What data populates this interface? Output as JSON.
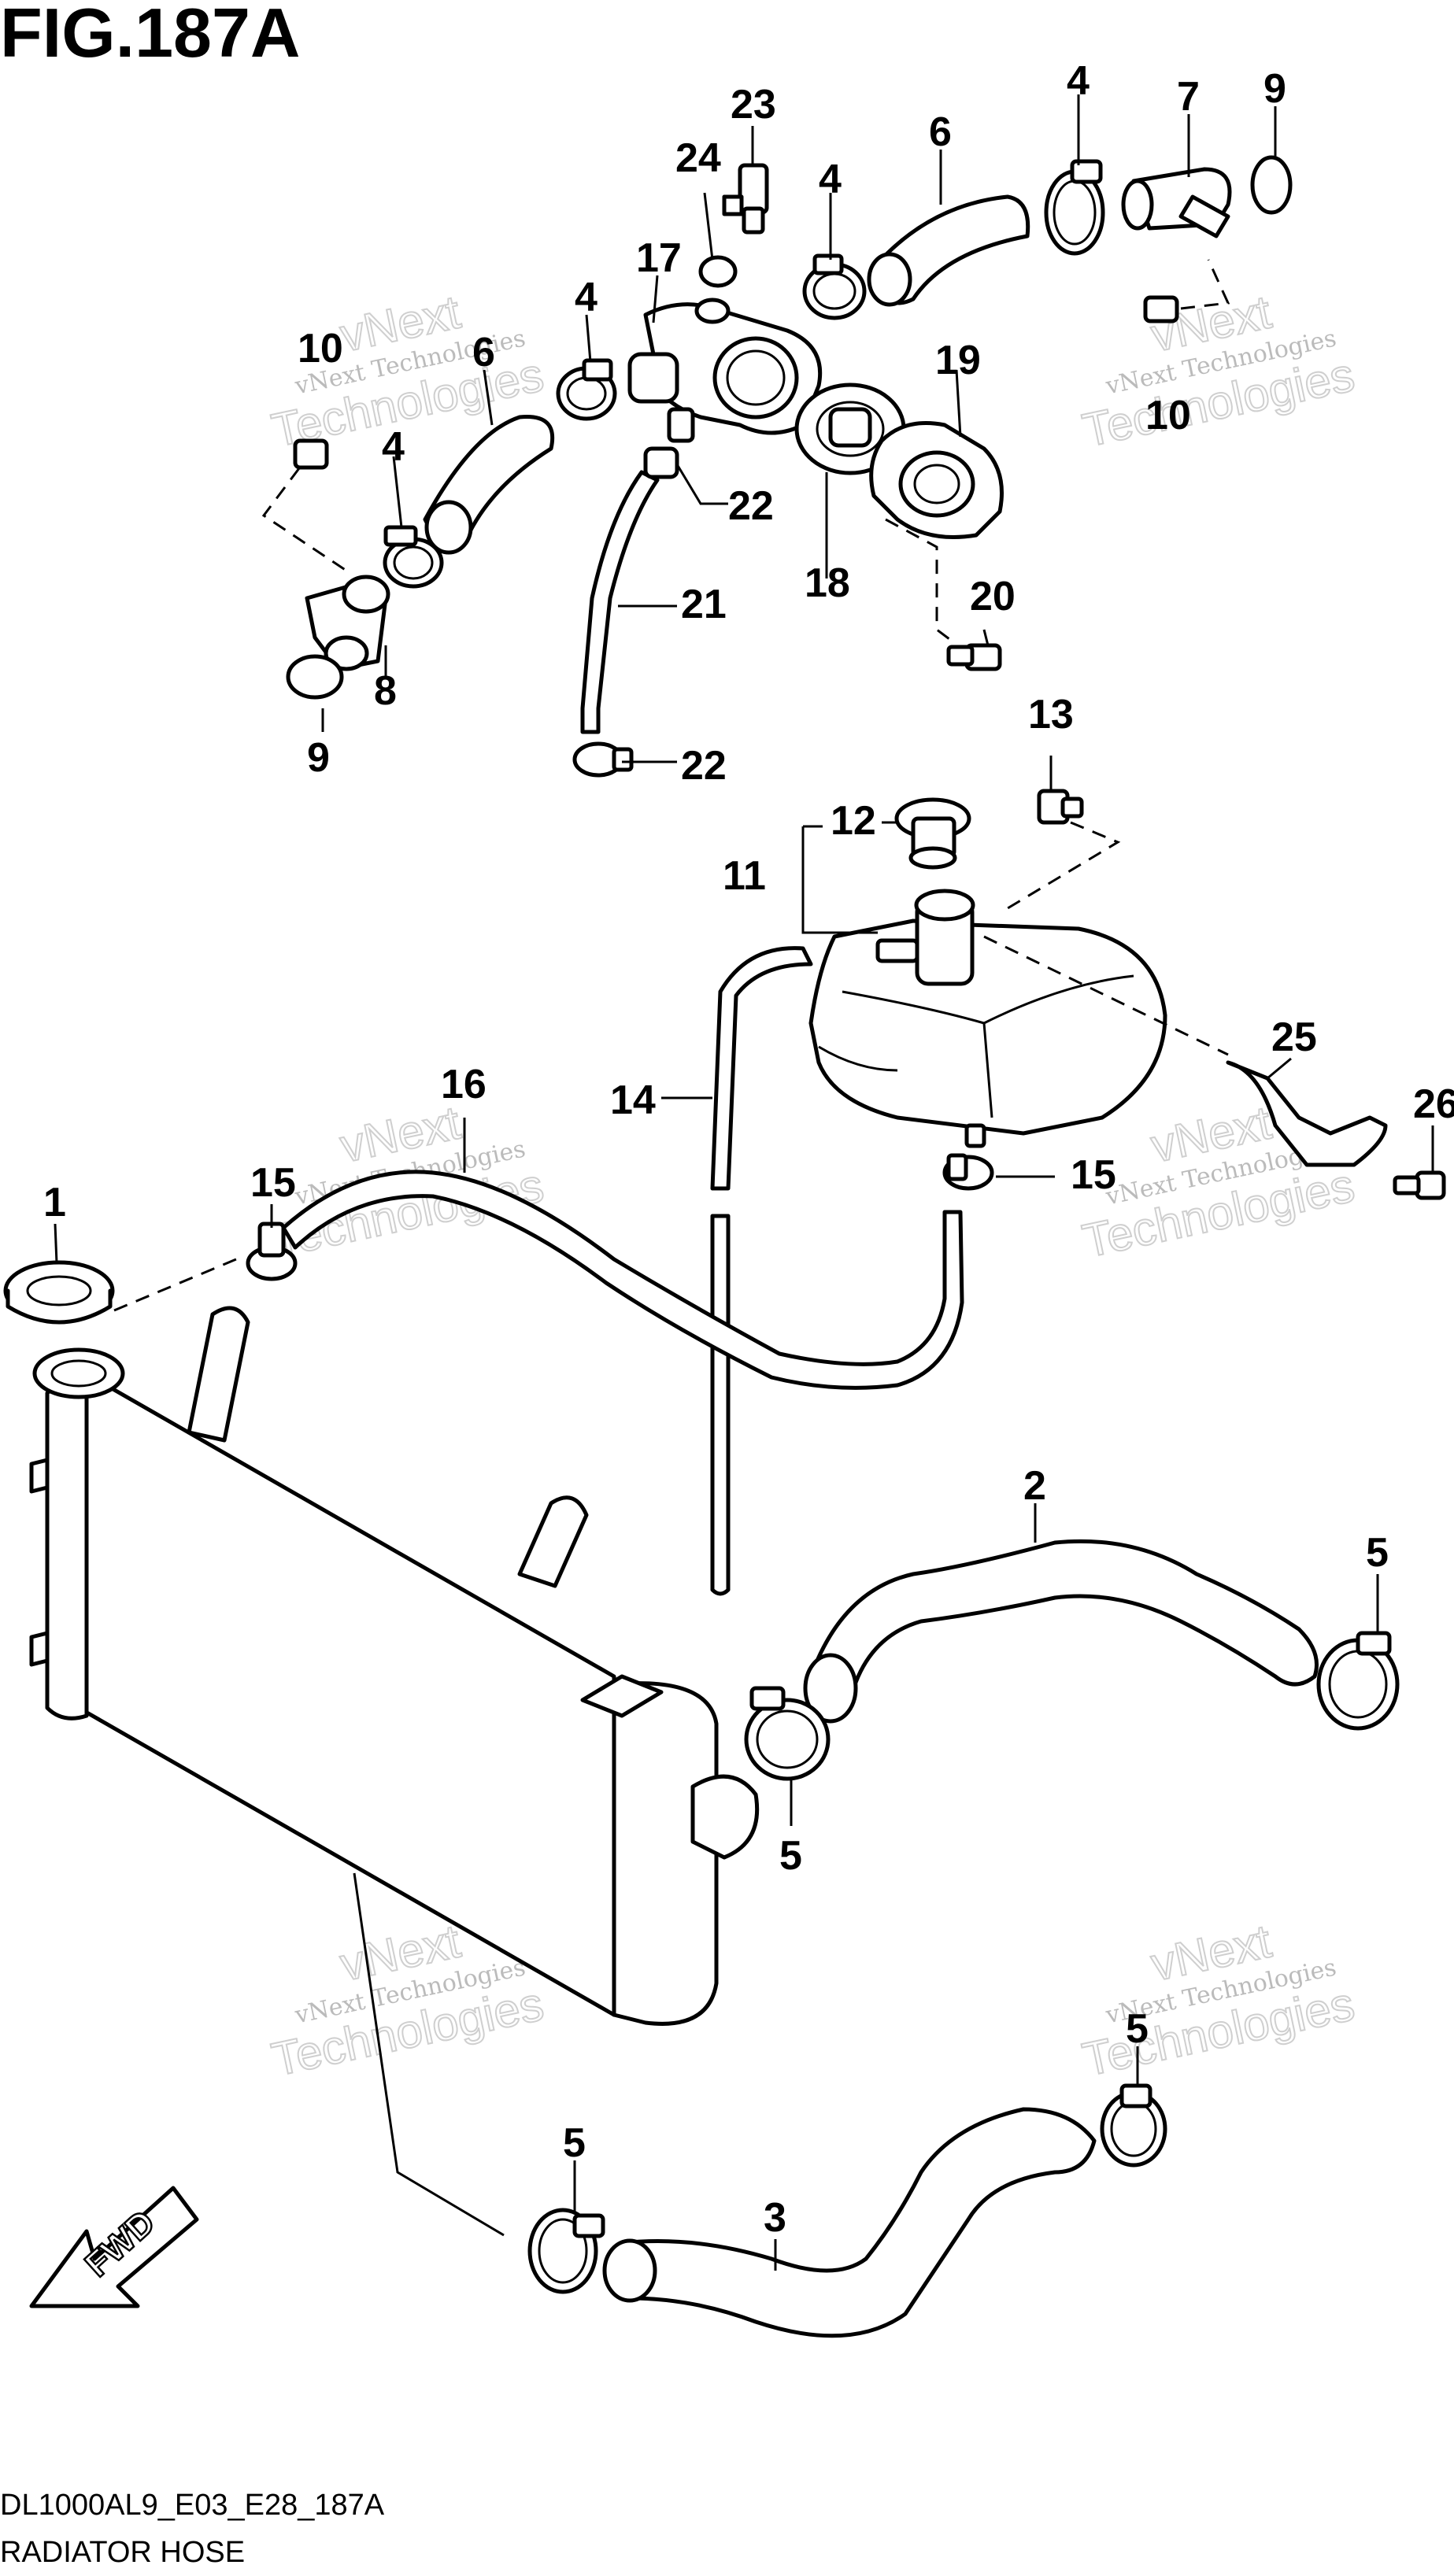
{
  "figure": {
    "title": "FIG.187A",
    "model_code": "DL1000AL9_E03_E28_187A",
    "caption": "RADIATOR HOSE",
    "fwd_label": "FWD"
  },
  "watermark": {
    "line1": "vNext",
    "line2": "vNext Technologies",
    "line3": "Technologies"
  },
  "callouts": {
    "c1": "1",
    "c2": "2",
    "c3": "3",
    "c4a": "4",
    "c4b": "4",
    "c4c": "4",
    "c4d": "4",
    "c5a": "5",
    "c5b": "5",
    "c5c": "5",
    "c5d": "5",
    "c6a": "6",
    "c6b": "6",
    "c7": "7",
    "c8": "8",
    "c9a": "9",
    "c9b": "9",
    "c10a": "10",
    "c10b": "10",
    "c11": "11",
    "c12": "12",
    "c13": "13",
    "c14": "14",
    "c15a": "15",
    "c15b": "15",
    "c16": "16",
    "c17": "17",
    "c18": "18",
    "c19": "19",
    "c20": "20",
    "c21": "21",
    "c22a": "22",
    "c22b": "22",
    "c23": "23",
    "c24": "24",
    "c25": "25",
    "c26": "26"
  }
}
